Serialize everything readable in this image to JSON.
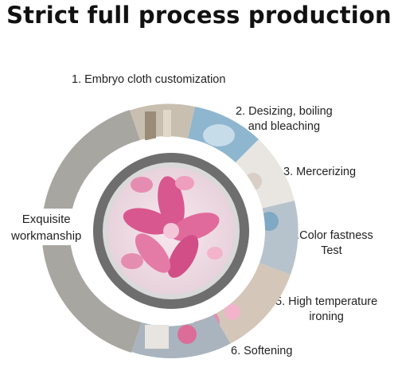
{
  "title": "Strict full process production",
  "center_label": {
    "line1": "Exquisite",
    "line2": "workmanship"
  },
  "steps": [
    {
      "line1": "1. Embryo cloth customization"
    },
    {
      "line1": "2. Desizing, boiling",
      "line2": "and bleaching"
    },
    {
      "line1": "3. Mercerizing"
    },
    {
      "line1": "4.Color fastness",
      "line2": "Test"
    },
    {
      "line1": "5. High temperature",
      "line2": "ironing"
    },
    {
      "line1": "6. Softening"
    }
  ],
  "colors": {
    "ring_gray": "#a8a6a1",
    "inner_ring": "#6e6e6e",
    "petal_pink": "#d9578f",
    "petal_light": "#f4c6d8",
    "photo_tones": [
      "#c9bfb0",
      "#8fb6cf",
      "#e9e6e2",
      "#b7c3cc",
      "#d4c6b8",
      "#a9b4be"
    ]
  }
}
